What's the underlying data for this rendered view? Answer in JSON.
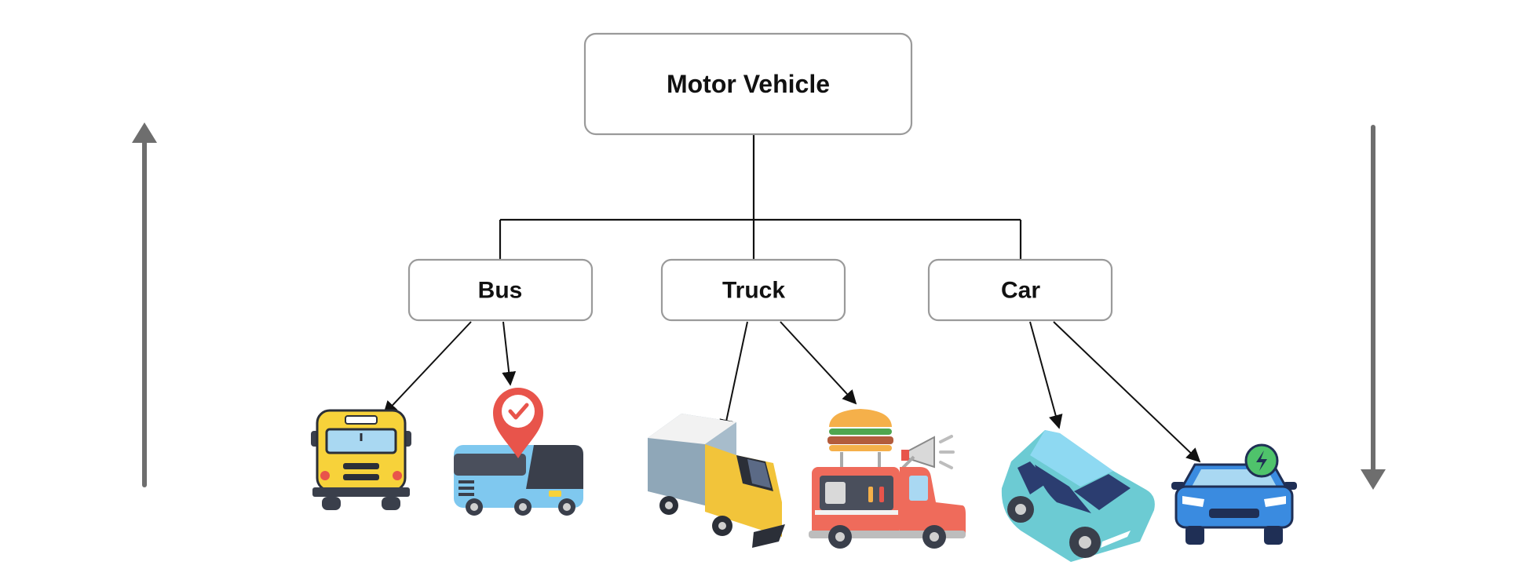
{
  "root": {
    "label": "Motor Vehicle"
  },
  "categories": [
    {
      "label": "Bus",
      "icons": [
        "school-bus-icon",
        "bus-location-icon"
      ]
    },
    {
      "label": "Truck",
      "icons": [
        "delivery-truck-icon",
        "food-truck-icon"
      ]
    },
    {
      "label": "Car",
      "icons": [
        "hatchback-car-icon",
        "electric-car-icon"
      ]
    }
  ],
  "side_arrows": {
    "left": "up",
    "right": "down"
  },
  "colors": {
    "box_border": "#9a9a9a",
    "line": "#111111",
    "side_arrow": "#6e6e6e",
    "school_bus": "#f7d23a",
    "city_bus": "#7fc8ef",
    "location_pin": "#e8544b",
    "truck_cab": "#f2c43a",
    "food_truck": "#ef6b5b",
    "hatchback": "#6ccbd3",
    "electric_car": "#3a8be0",
    "charge_badge": "#4fc36b"
  }
}
